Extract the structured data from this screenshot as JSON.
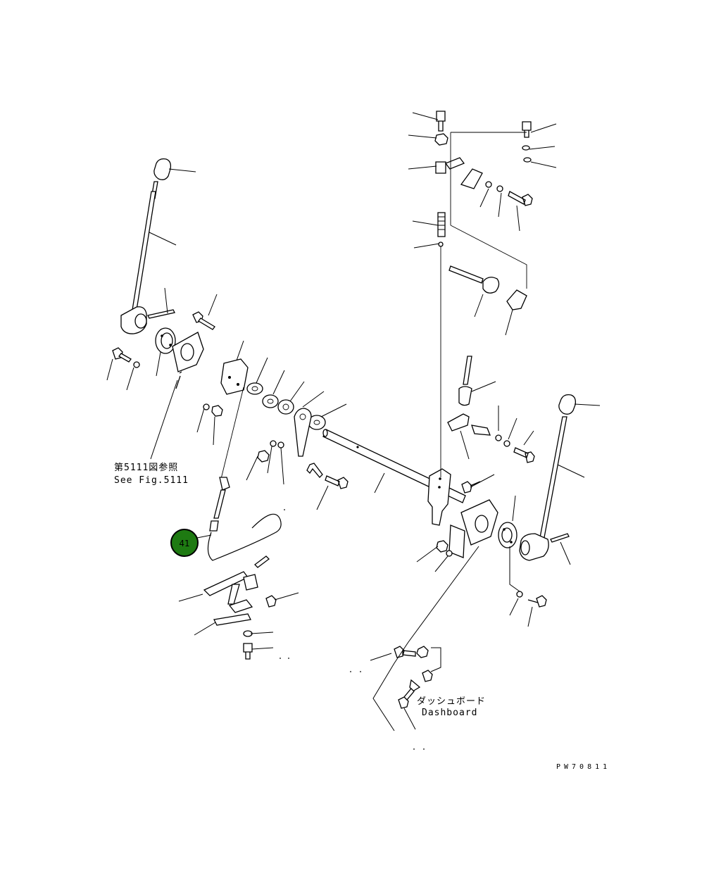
{
  "labels": {
    "ref_jp": "第5111図参照",
    "ref_en": "See Fig.5111",
    "dashboard_jp": "ダッシュボード",
    "dashboard_en": "Dashboard",
    "figure_code": "PW70811"
  },
  "callouts": [
    {
      "number": "41",
      "color": "#1e7a12"
    }
  ]
}
